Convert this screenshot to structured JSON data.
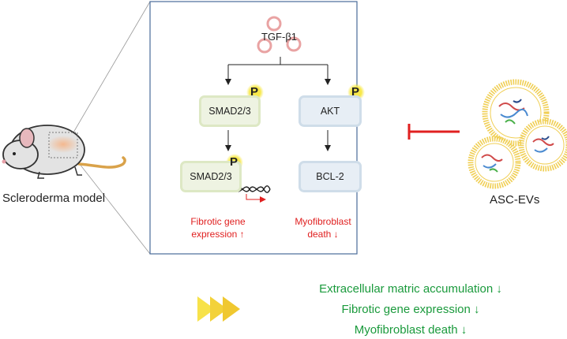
{
  "mouse": {
    "label": "Scleroderma model"
  },
  "pathway": {
    "ligand": "TGF-β1",
    "smad_top": "SMAD2/3",
    "akt": "AKT",
    "smad_bottom": "SMAD2/3",
    "bcl2": "BCL-2",
    "phospho": "P",
    "left_outcome_line1": "Fibrotic gene",
    "left_outcome_line2": "expression ↑",
    "right_outcome_line1": "Myofibroblast",
    "right_outcome_line2": "death ↓"
  },
  "ev": {
    "label": "ASC-EVs"
  },
  "effects": [
    "Extracellular matric accumulation ↓",
    "Fibrotic gene expression ↓",
    "Myofibroblast death ↓"
  ],
  "colors": {
    "frame": "#4a6c9a",
    "inhibit": "#e02020",
    "effects_text": "#1a9a3c",
    "phospho_circle": "#f7e84a"
  }
}
